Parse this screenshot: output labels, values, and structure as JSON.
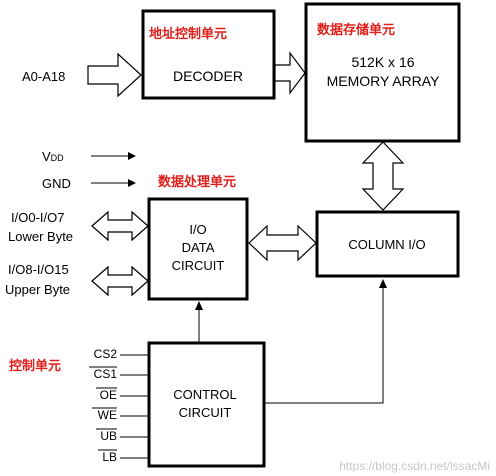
{
  "blocks": {
    "decoder": "DECODER",
    "memory_line1": "512K x 16",
    "memory_line2": "MEMORY ARRAY",
    "io_line1": "I/O",
    "io_line2": "DATA",
    "io_line3": "CIRCUIT",
    "column": "COLUMN I/O",
    "control_line1": "CONTROL",
    "control_line2": "CIRCUIT"
  },
  "cn_labels": {
    "address_control": "地址控制单元",
    "data_storage": "数据存储单元",
    "data_processing": "数据处理单元",
    "control_unit": "控制单元"
  },
  "signals": {
    "address": "A0-A18",
    "vdd": "V",
    "vdd_sub": "DD",
    "gnd": "GND",
    "io_low_line1": "I/O0-I/O7",
    "io_low_line2": "Lower Byte",
    "io_high_line1": "I/O8-I/O15",
    "io_high_line2": "Upper Byte"
  },
  "control_pins": [
    "CS2",
    "CS1",
    "OE",
    "WE",
    "UB",
    "LB"
  ],
  "watermark": "https://blog.csdn.net/lssacMi"
}
